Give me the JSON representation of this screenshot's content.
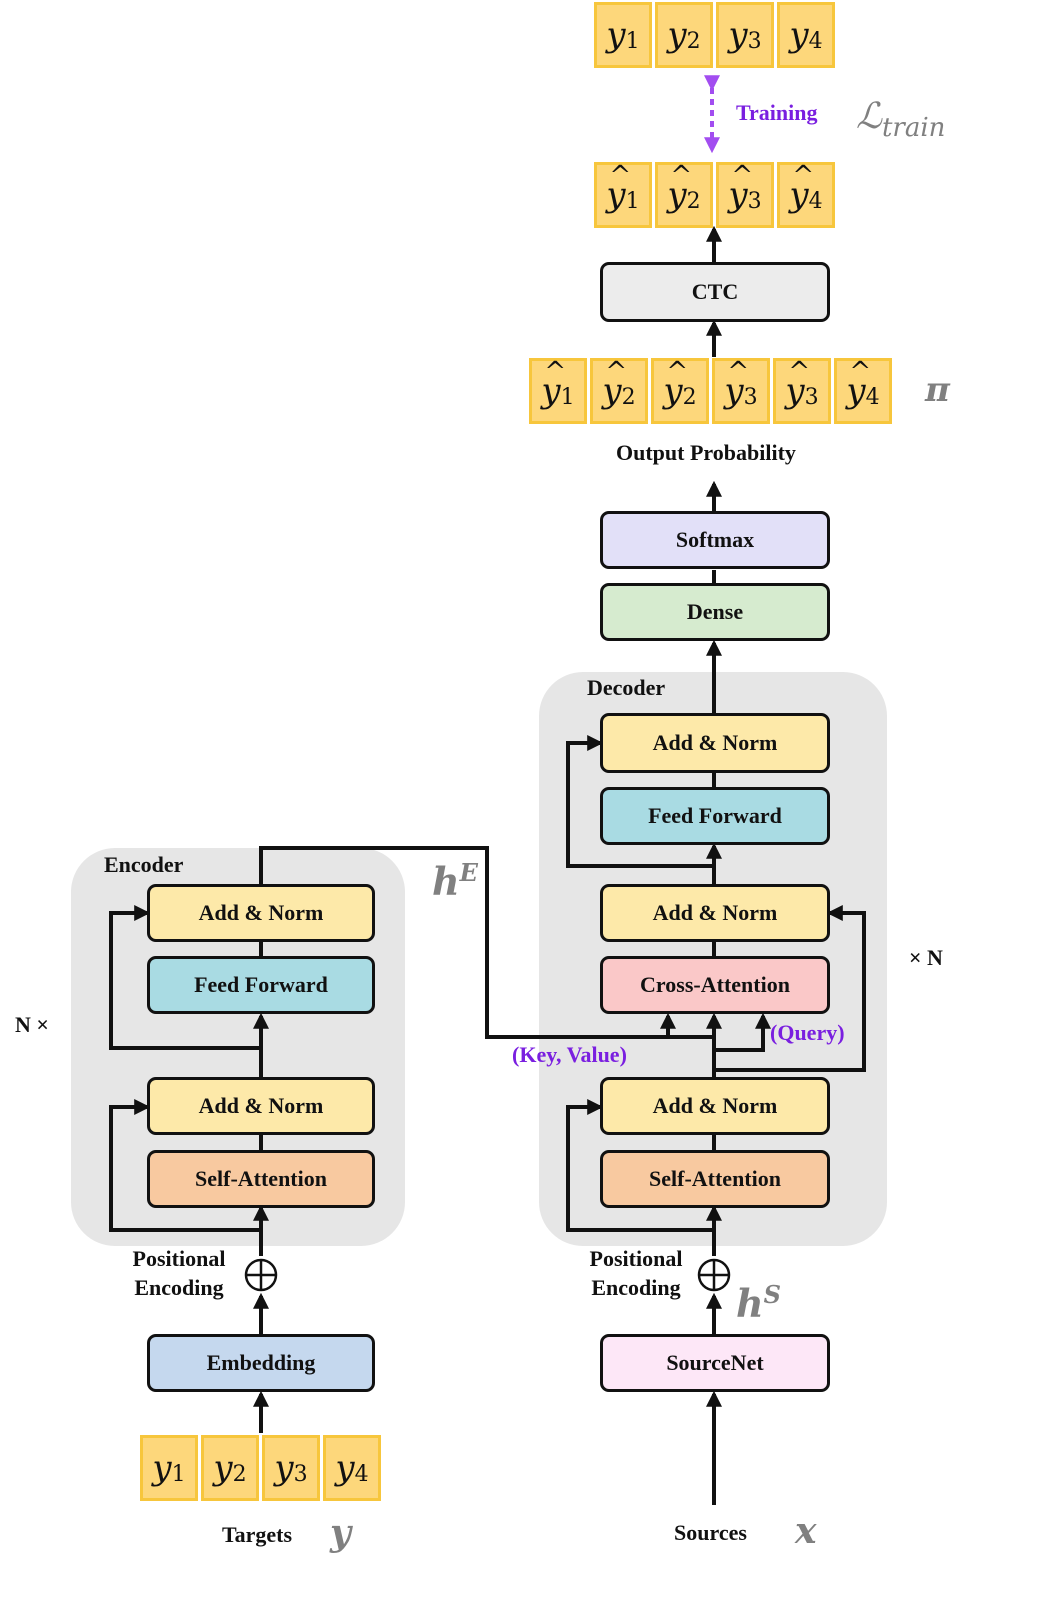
{
  "encoder": {
    "title": "Encoder",
    "repeat": "N ×",
    "add_norm_top": "Add & Norm",
    "feed_forward": "Feed Forward",
    "add_norm_bottom": "Add & Norm",
    "self_attention": "Self-Attention",
    "positional_encoding": [
      "Positional",
      "Encoding"
    ],
    "embedding": "Embedding",
    "output_symbol": "h",
    "output_symbol_sup": "E"
  },
  "decoder": {
    "title": "Decoder",
    "repeat": "× N",
    "add_norm_top": "Add & Norm",
    "feed_forward": "Feed Forward",
    "add_norm_mid": "Add & Norm",
    "cross_attention": "Cross-Attention",
    "add_norm_bottom": "Add & Norm",
    "self_attention": "Self-Attention",
    "positional_encoding": [
      "Positional",
      "Encoding"
    ],
    "source_net": "SourceNet",
    "source_symbol": "h",
    "source_symbol_sup": "S",
    "key_value_label": "(Key, Value)",
    "query_label": "(Query)"
  },
  "head": {
    "dense": "Dense",
    "softmax": "Softmax",
    "output_probability": "Output Probability",
    "ctc": "CTC",
    "path_symbol": "π",
    "training_label": "Training",
    "loss_symbol": "ℒ",
    "loss_subscript": "train"
  },
  "inputs": {
    "targets_label": "Targets",
    "targets_symbol": "y",
    "sources_label": "Sources",
    "sources_symbol": "x"
  },
  "tokens": {
    "target_tokens": [
      {
        "sym": "y",
        "sub": "1"
      },
      {
        "sym": "y",
        "sub": "2"
      },
      {
        "sym": "y",
        "sub": "3"
      },
      {
        "sym": "y",
        "sub": "4"
      }
    ],
    "alignment_tokens": [
      {
        "sym": "y",
        "sub": "1"
      },
      {
        "sym": "y",
        "sub": "2"
      },
      {
        "sym": "y",
        "sub": "2"
      },
      {
        "sym": "y",
        "sub": "3"
      },
      {
        "sym": "y",
        "sub": "3"
      },
      {
        "sym": "y",
        "sub": "4"
      }
    ],
    "prediction_tokens": [
      {
        "sym": "y",
        "sub": "1"
      },
      {
        "sym": "y",
        "sub": "2"
      },
      {
        "sym": "y",
        "sub": "3"
      },
      {
        "sym": "y",
        "sub": "4"
      }
    ],
    "ground_truth_tokens": [
      {
        "sym": "y",
        "sub": "1"
      },
      {
        "sym": "y",
        "sub": "2"
      },
      {
        "sym": "y",
        "sub": "3"
      },
      {
        "sym": "y",
        "sub": "4"
      }
    ]
  },
  "colors": {
    "add_norm": "#fde9a9",
    "feed_forward": "#a9dbe3",
    "self_attention": "#f8c9a0",
    "cross_attention": "#fac8c8",
    "embedding": "#c5d8ee",
    "source_net": "#fde7f7",
    "dense": "#d6ebcf",
    "softmax": "#e2e0f8",
    "ctc": "#ececec",
    "token": "#fdd77b",
    "panel": "#e6e6e6",
    "training_arrow": "#a24df0"
  }
}
